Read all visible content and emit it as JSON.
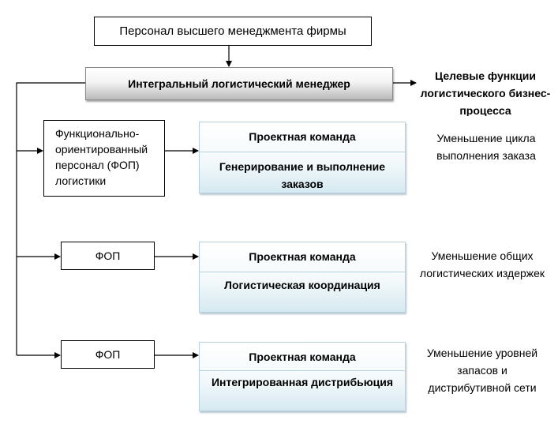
{
  "top_box": {
    "label": "Персонал высшего менеджмента фирмы"
  },
  "manager_box": {
    "label": "Интегральный логистический менеджер"
  },
  "target_header": {
    "label": "Целевые функции логистического бизнес-процесса"
  },
  "rows": [
    {
      "fop_label": "Функционально-ориентированный персонал (ФОП) логистики",
      "team_title": "Проектная команда",
      "team_task": "Генерирование и выполнение заказов",
      "target": "Уменьшение цикла выполнения заказа"
    },
    {
      "fop_label": "ФОП",
      "team_title": "Проектная команда",
      "team_task": "Логистическая координация",
      "target": "Уменьшение общих логистических издержек"
    },
    {
      "fop_label": "ФОП",
      "team_title": "Проектная команда",
      "team_task": "Интегрированная дистрибьюция",
      "target": "Уменьшение уровней запасов и дистрибутивной сети"
    }
  ]
}
